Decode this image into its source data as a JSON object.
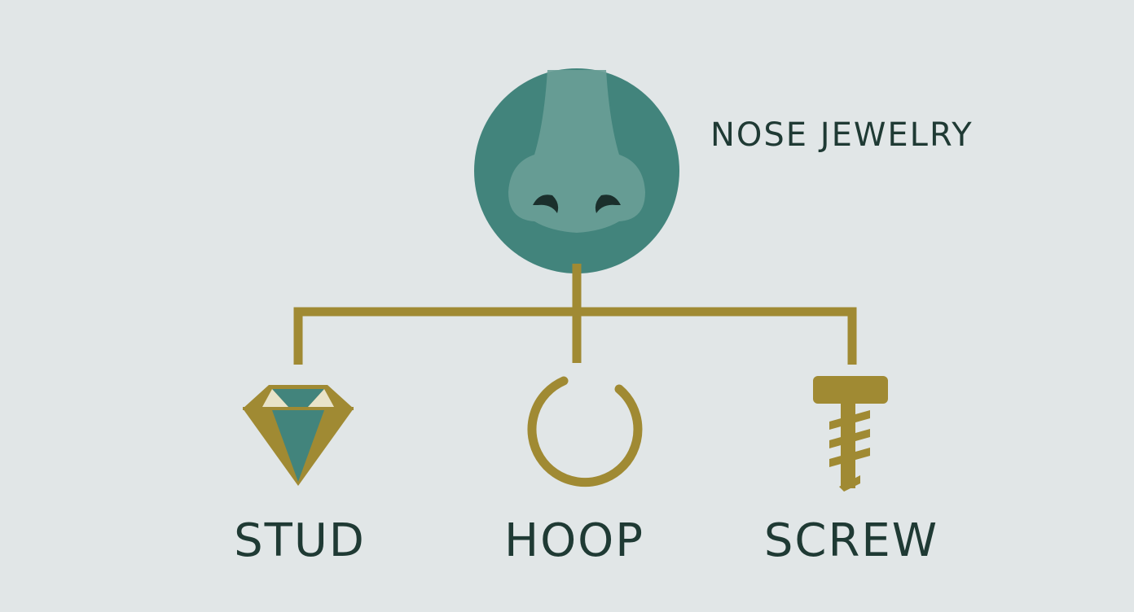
{
  "diagram": {
    "title": "NOSE JEWELRY",
    "nodes": [
      {
        "id": "stud",
        "label": "STUD",
        "icon": "diamond-icon"
      },
      {
        "id": "hoop",
        "label": "HOOP",
        "icon": "ring-icon"
      },
      {
        "id": "screw",
        "label": "SCREW",
        "icon": "screw-icon"
      }
    ],
    "root_icon": "nose-icon",
    "colors": {
      "background": "#e1e6e7",
      "teal": "#3f837b",
      "teal_light": "#6b9e98",
      "gold": "#a08a33",
      "text": "#1f3a34"
    }
  }
}
